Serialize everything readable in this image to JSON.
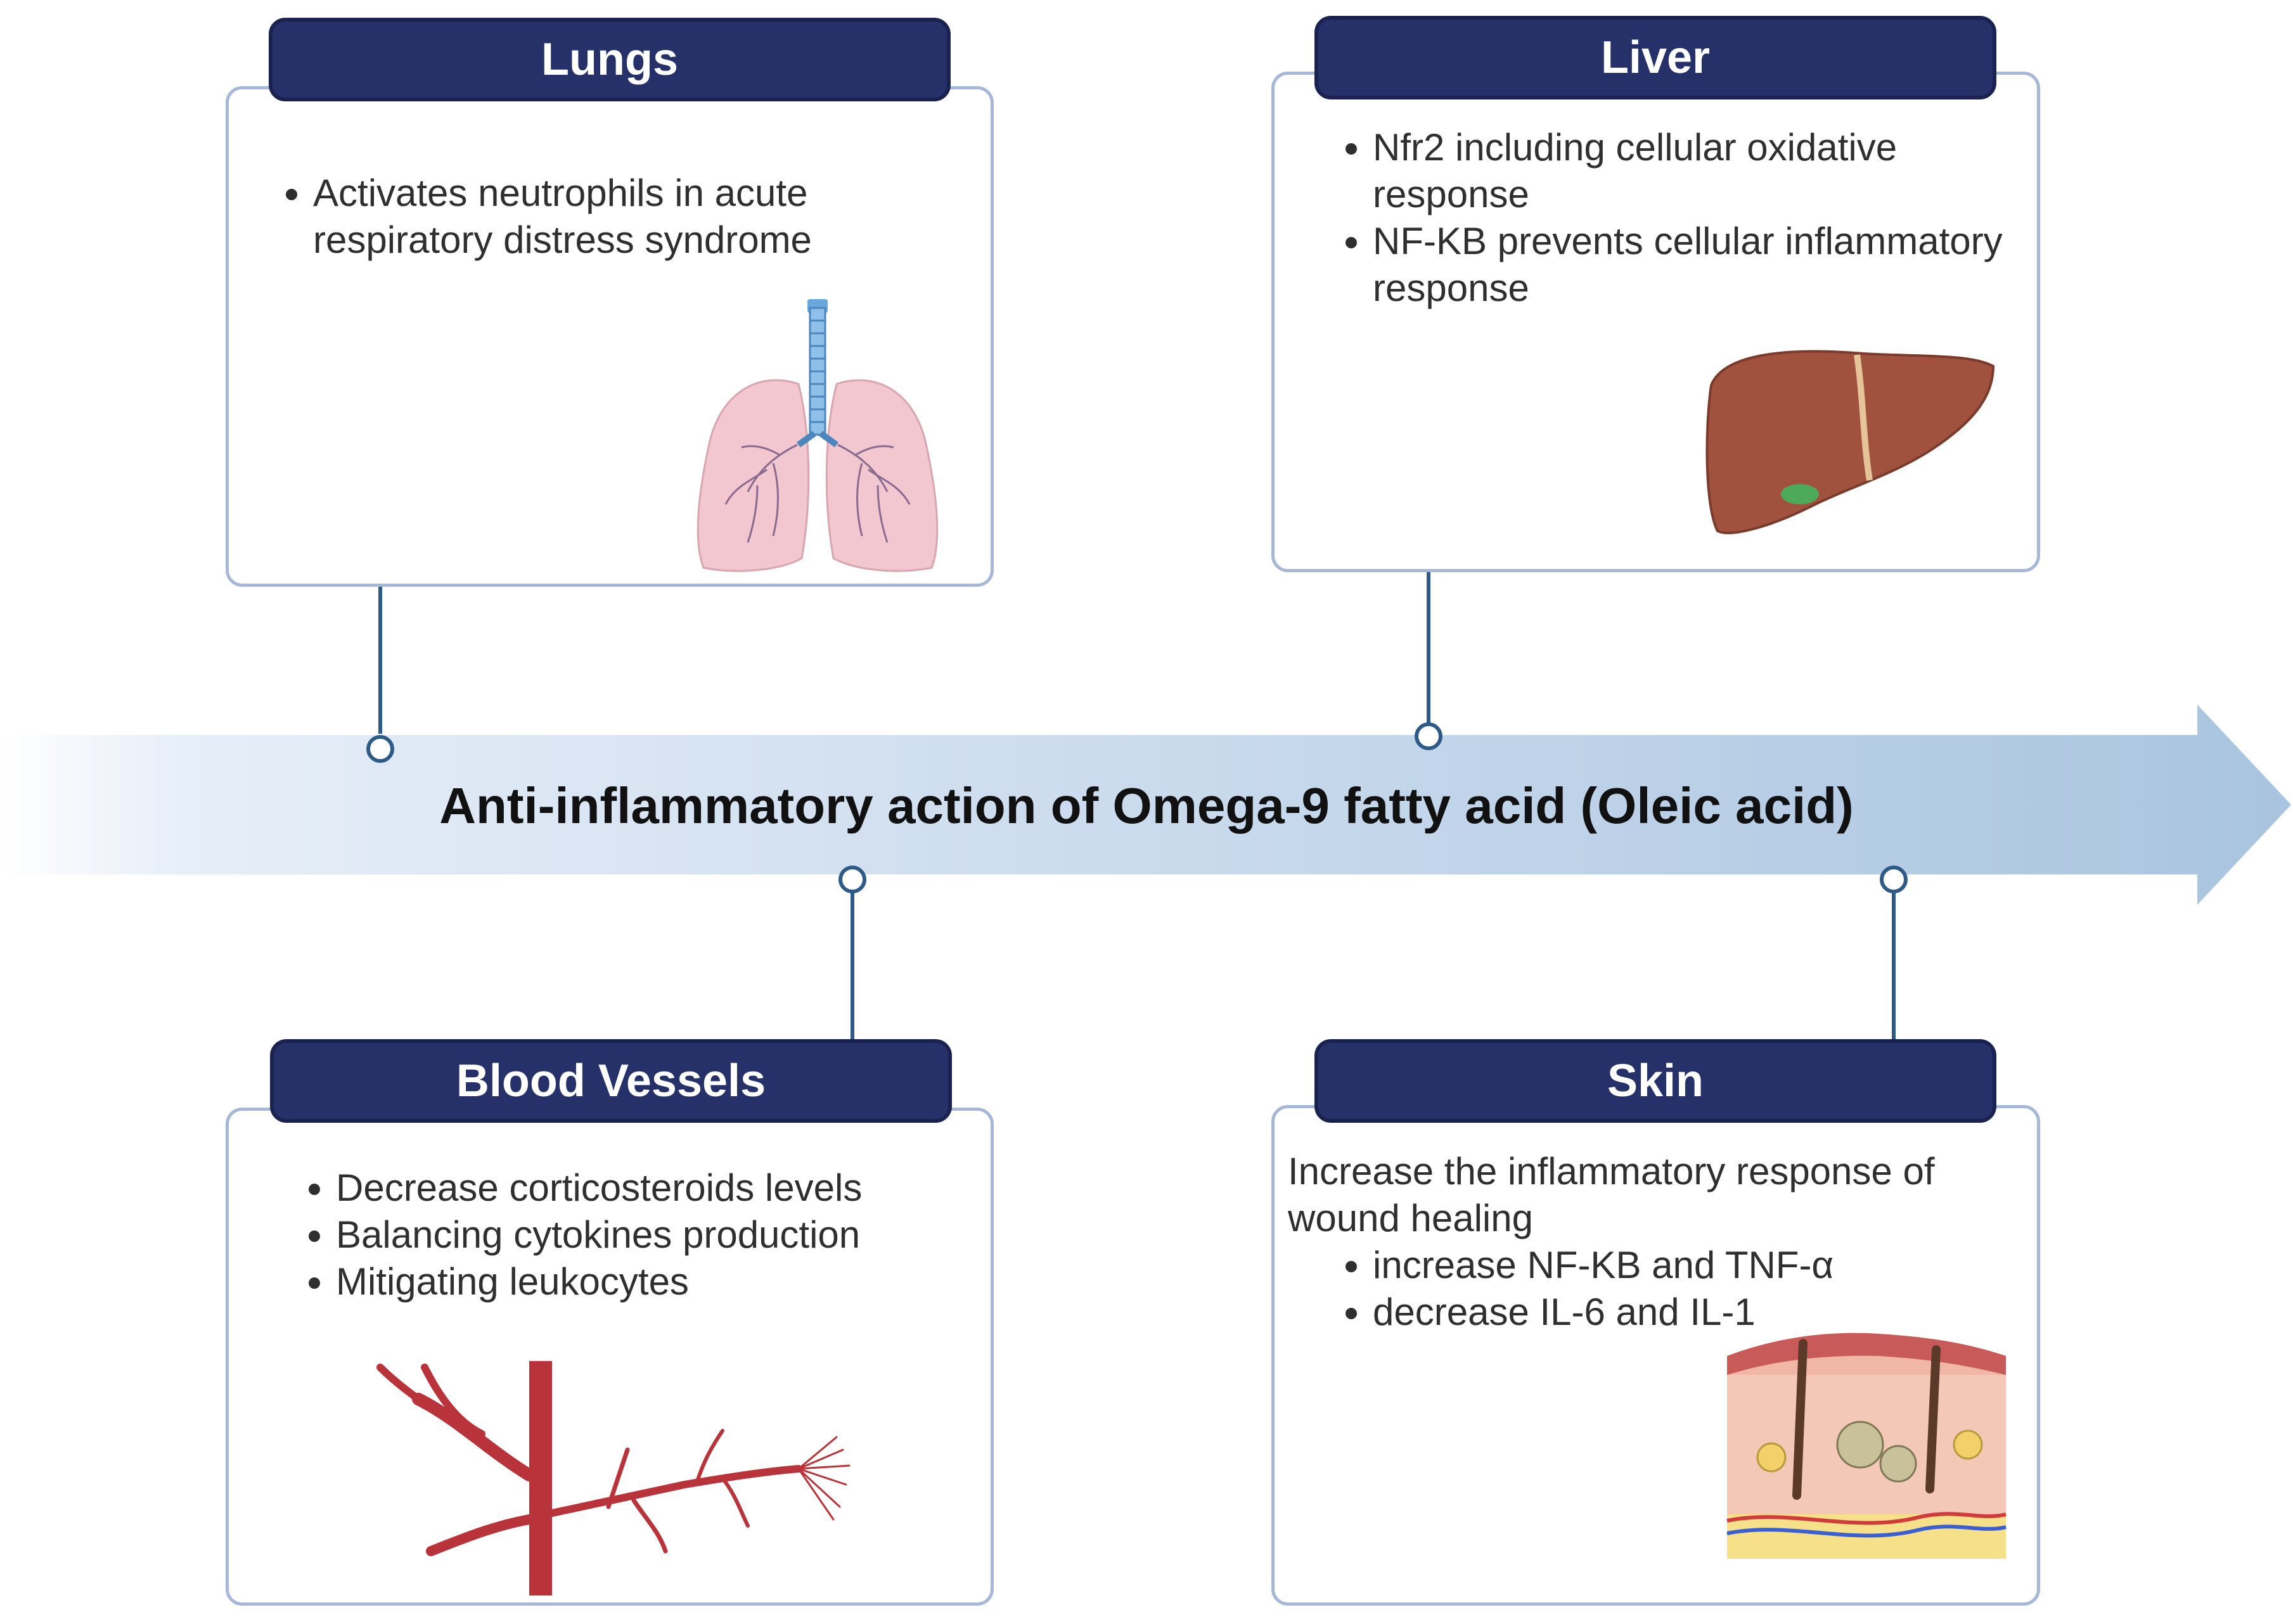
{
  "central_label": "Anti-inflammatory action of Omega-9 fatty acid (Oleic acid)",
  "panels": {
    "lungs": {
      "title": "Lungs",
      "bullets": [
        "Activates neutrophils in acute respiratory distress syndrome"
      ]
    },
    "liver": {
      "title": "Liver",
      "bullets": [
        "Nfr2 including cellular oxidative response",
        "NF-KB prevents cellular inflammatory response"
      ]
    },
    "blood_vessels": {
      "title": "Blood Vessels",
      "bullets": [
        "Decrease corticosteroids levels",
        "Balancing cytokines production",
        "Mitigating leukocytes"
      ]
    },
    "skin": {
      "title": "Skin",
      "intro": "Increase the inflammatory response of wound healing",
      "bullets": [
        "increase NF-KB and TNF-α",
        "decrease IL-6 and IL-1"
      ]
    }
  },
  "icons": [
    "lungs-icon",
    "liver-icon",
    "blood-vessel-icon",
    "skin-cross-section-icon"
  ],
  "colors": {
    "tab_fill": "#26316a",
    "box_border": "#a6b7d8",
    "connector": "#2e5a88",
    "arrow_start": "#ffffff",
    "arrow_end": "#a9c4e0"
  }
}
